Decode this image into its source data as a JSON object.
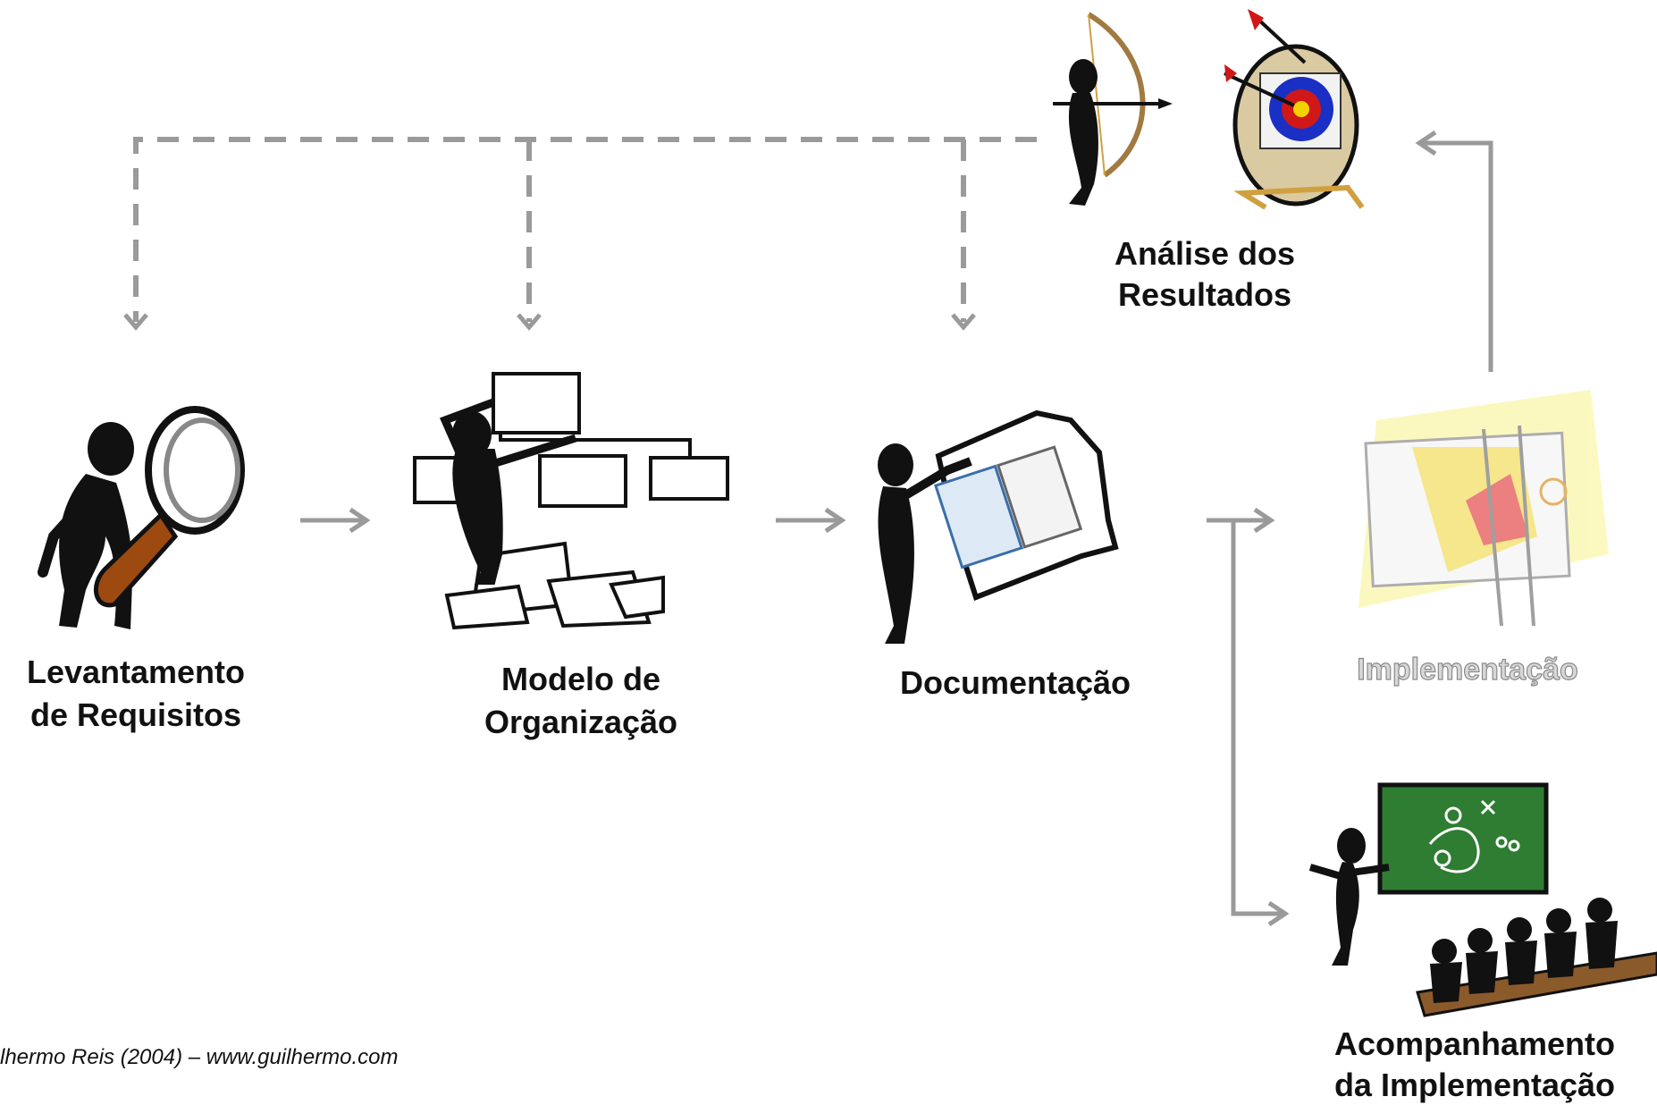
{
  "nodes": {
    "requirements": {
      "line1": "Levantamento",
      "line2": "de Requisitos"
    },
    "org_model": {
      "line1": "Modelo de",
      "line2": "Organização"
    },
    "documentation": {
      "line1": "Documentação"
    },
    "results": {
      "line1": "Análise dos",
      "line2": "Resultados"
    },
    "implementation": {
      "line1": "Implementação"
    },
    "follow_up": {
      "line1": "Acompanhamento",
      "line2": "da Implementação"
    }
  },
  "credit": "lhermo Reis (2004) – www.guilhermo.com",
  "colors": {
    "arrow": "#9a9a9a",
    "text": "#111111",
    "muted_text": "#d8d8d8",
    "board": "#2e7d32",
    "target_blue": "#1a2fc4",
    "target_red": "#d01818",
    "bench": "#8b5a2b",
    "magnifier": "#9c4a10"
  },
  "icons": [
    "magnifier-person-icon",
    "org-chart-person-icon",
    "document-person-icon",
    "archer-target-icon",
    "painter-implementation-icon",
    "teacher-class-icon"
  ]
}
